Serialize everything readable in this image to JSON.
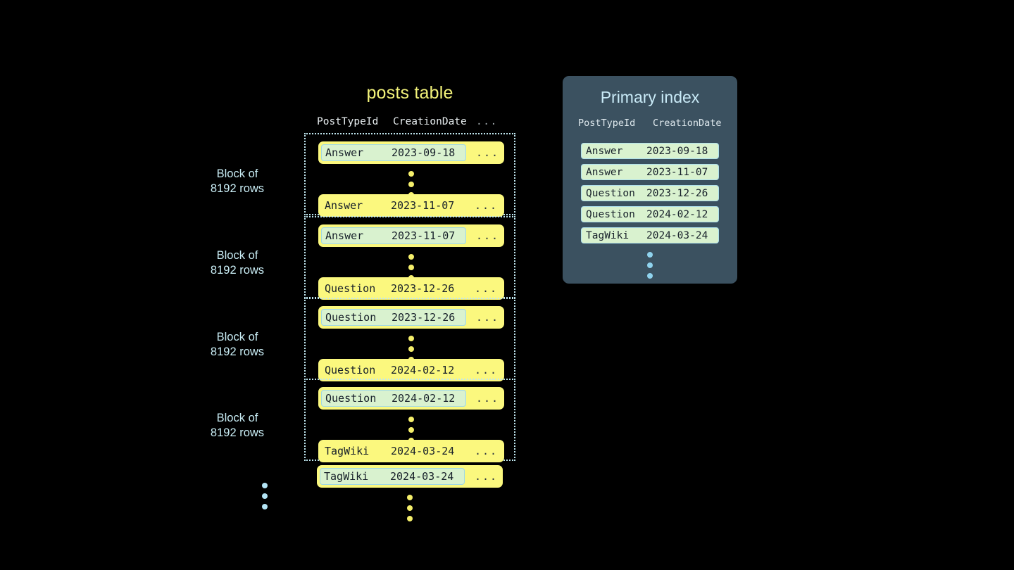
{
  "posts_table": {
    "title": "posts table",
    "columns": [
      "PostTypeId",
      "CreationDate",
      "..."
    ],
    "trailing_cell": "...",
    "block_label": "Block of\n8192 rows",
    "blocks": [
      {
        "label": "Block of\n8192 rows",
        "first_row": {
          "post_type_id": "Answer",
          "creation_date": "2023-09-18",
          "rest": "...",
          "is_index_key": true
        },
        "last_row": {
          "post_type_id": "Answer",
          "creation_date": "2023-11-07",
          "rest": "...",
          "is_index_key": false
        }
      },
      {
        "label": "Block of\n8192 rows",
        "first_row": {
          "post_type_id": "Answer",
          "creation_date": "2023-11-07",
          "rest": "...",
          "is_index_key": true
        },
        "last_row": {
          "post_type_id": "Question",
          "creation_date": "2023-12-26",
          "rest": "...",
          "is_index_key": false
        }
      },
      {
        "label": "Block of\n8192 rows",
        "first_row": {
          "post_type_id": "Question",
          "creation_date": "2023-12-26",
          "rest": "...",
          "is_index_key": true
        },
        "last_row": {
          "post_type_id": "Question",
          "creation_date": "2024-02-12",
          "rest": "...",
          "is_index_key": false
        }
      },
      {
        "label": "Block of\n8192 rows",
        "first_row": {
          "post_type_id": "Question",
          "creation_date": "2024-02-12",
          "rest": "...",
          "is_index_key": true
        },
        "last_row": {
          "post_type_id": "TagWiki",
          "creation_date": "2024-03-24",
          "rest": "...",
          "is_index_key": false
        }
      }
    ],
    "trailing_row": {
      "post_type_id": "TagWiki",
      "creation_date": "2024-03-24",
      "rest": "...",
      "is_index_key": true
    }
  },
  "primary_index": {
    "title": "Primary index",
    "columns": [
      "PostTypeId",
      "CreationDate"
    ],
    "entries": [
      {
        "post_type_id": "Answer",
        "creation_date": "2023-09-18"
      },
      {
        "post_type_id": "Answer",
        "creation_date": "2023-11-07"
      },
      {
        "post_type_id": "Question",
        "creation_date": "2023-12-26"
      },
      {
        "post_type_id": "Question",
        "creation_date": "2024-02-12"
      },
      {
        "post_type_id": "TagWiki",
        "creation_date": "2024-03-24"
      }
    ]
  },
  "colors": {
    "background": "#000000",
    "row_yellow": "#fbf87e",
    "key_pill_green": "#d9f2cf",
    "block_border": "#bfe6ef",
    "label_cyan": "#c9edf5",
    "title_yellow": "#f2f27a",
    "panel_slate": "#3b5160",
    "panel_title": "#c9eaf7",
    "dot_yellow": "#f5ef6b",
    "dot_blue": "#8fd3ee"
  }
}
